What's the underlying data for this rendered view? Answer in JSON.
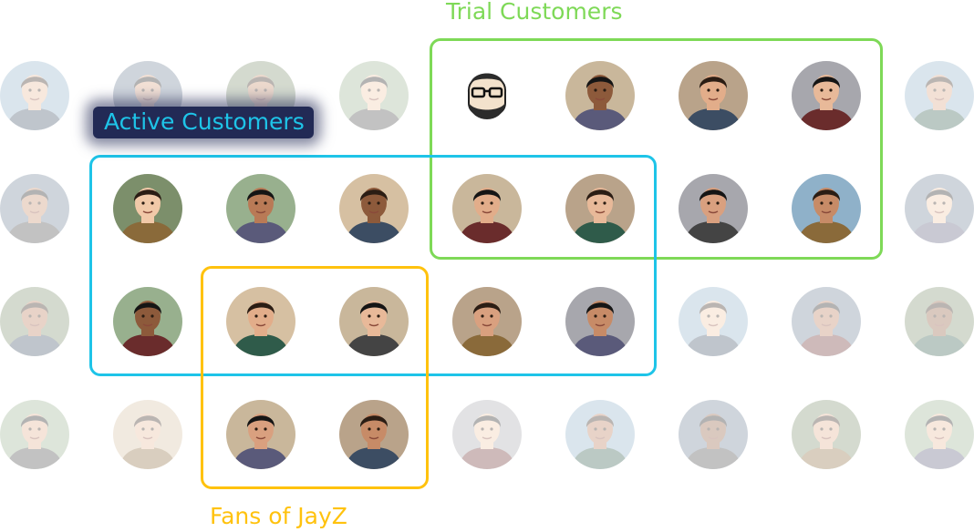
{
  "groups": {
    "trial": {
      "label": "Trial Customers",
      "color": "#7ed957"
    },
    "active": {
      "label": "Active Customers",
      "color": "#1ec4e8"
    },
    "fans": {
      "label": "Fans of JayZ",
      "color": "#ffc20e"
    }
  },
  "grid": {
    "rows": 4,
    "columns": 9,
    "highlighted_cells": [
      [
        0,
        4
      ],
      [
        0,
        5
      ],
      [
        0,
        6
      ],
      [
        0,
        7
      ],
      [
        1,
        1
      ],
      [
        1,
        2
      ],
      [
        1,
        3
      ],
      [
        1,
        4
      ],
      [
        1,
        5
      ],
      [
        1,
        6
      ],
      [
        1,
        7
      ],
      [
        2,
        1
      ],
      [
        2,
        2
      ],
      [
        2,
        3
      ],
      [
        2,
        4
      ],
      [
        2,
        5
      ],
      [
        3,
        2
      ],
      [
        3,
        3
      ]
    ],
    "illustrated_cells": [
      [
        0,
        4
      ]
    ]
  }
}
